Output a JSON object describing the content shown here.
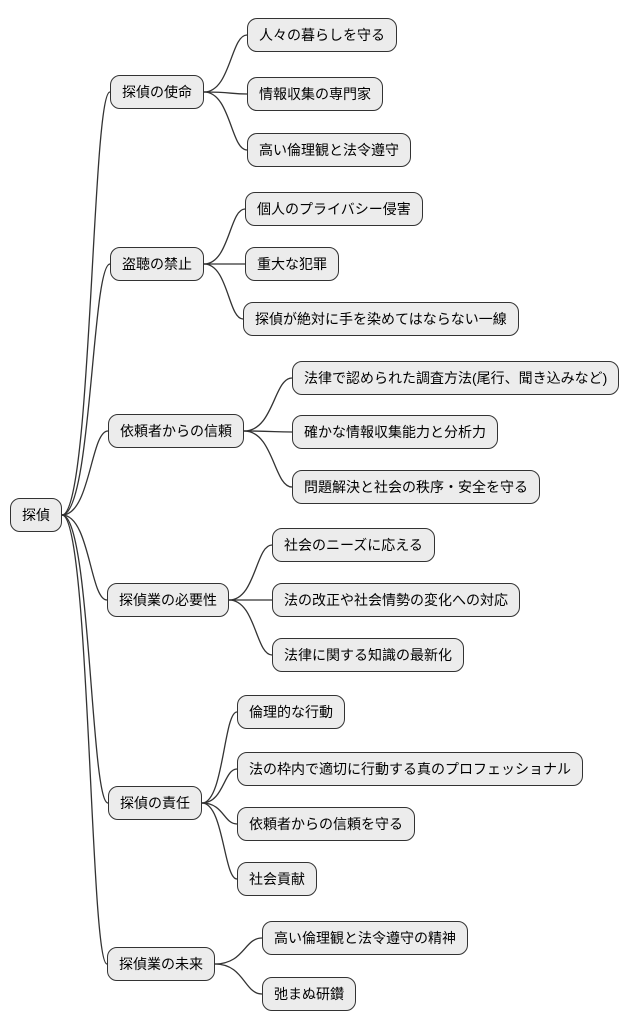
{
  "diagram": {
    "type": "mindmap",
    "root": {
      "label": "探偵"
    },
    "branches": [
      {
        "label": "探偵の使命",
        "children": [
          "人々の暮らしを守る",
          "情報収集の専門家",
          "高い倫理観と法令遵守"
        ]
      },
      {
        "label": "盗聴の禁止",
        "children": [
          "個人のプライバシー侵害",
          "重大な犯罪",
          "探偵が絶対に手を染めてはならない一線"
        ]
      },
      {
        "label": "依頼者からの信頼",
        "children": [
          "法律で認められた調査方法(尾行、聞き込みなど)",
          "確かな情報収集能力と分析力",
          "問題解決と社会の秩序・安全を守る"
        ]
      },
      {
        "label": "探偵業の必要性",
        "children": [
          "社会のニーズに応える",
          "法の改正や社会情勢の変化への対応",
          "法律に関する知識の最新化"
        ]
      },
      {
        "label": "探偵の責任",
        "children": [
          "倫理的な行動",
          "法の枠内で適切に行動する真のプロフェッショナル",
          "依頼者からの信頼を守る",
          "社会貢献"
        ]
      },
      {
        "label": "探偵業の未来",
        "children": [
          "高い倫理観と法令遵守の精神",
          "弛まぬ研鑽"
        ]
      }
    ],
    "colors": {
      "node_fill": "#ececec",
      "node_border": "#333333",
      "edge": "#333333",
      "text": "#000000",
      "background": "#ffffff"
    }
  }
}
